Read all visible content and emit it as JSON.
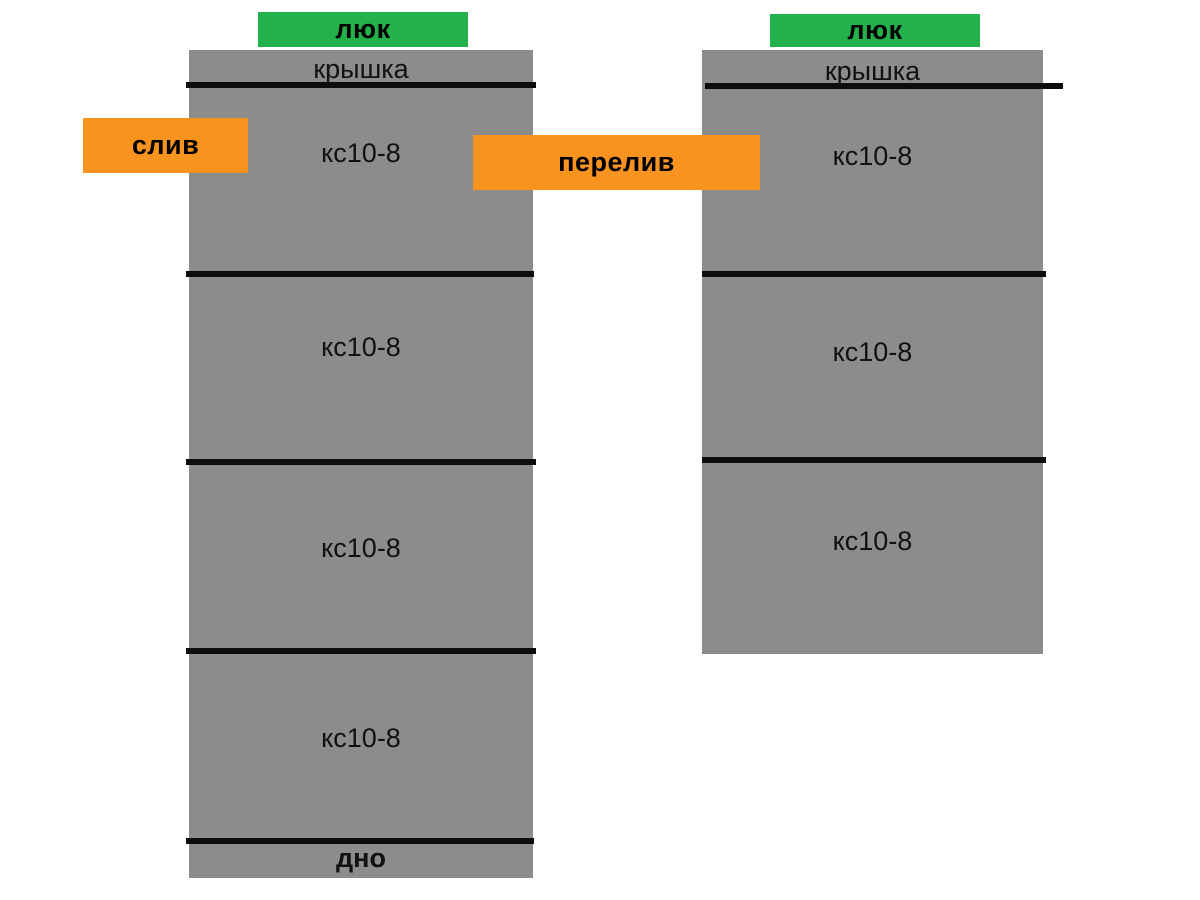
{
  "diagram": {
    "type": "septic-tank-cross-section",
    "colors": {
      "concrete": "#8c8c8c",
      "hatch": "#23b14c",
      "pipe": "#f7931e",
      "line": "#0d0d0d",
      "background": "#ffffff"
    },
    "wells": [
      {
        "id": "well-left",
        "hatch_label": "люк",
        "cap_label": "крышка",
        "bottom_label": "дно",
        "rings": [
          {
            "label": "кс10-8"
          },
          {
            "label": "кс10-8"
          },
          {
            "label": "кс10-8"
          },
          {
            "label": "кс10-8"
          }
        ]
      },
      {
        "id": "well-right",
        "hatch_label": "люк",
        "cap_label": "крышка",
        "rings": [
          {
            "label": "кс10-8"
          },
          {
            "label": "кс10-8"
          },
          {
            "label": "кс10-8"
          }
        ]
      }
    ],
    "pipes": [
      {
        "id": "pipe-drain",
        "label": "слив"
      },
      {
        "id": "pipe-overflow",
        "label": "перелив"
      }
    ]
  }
}
